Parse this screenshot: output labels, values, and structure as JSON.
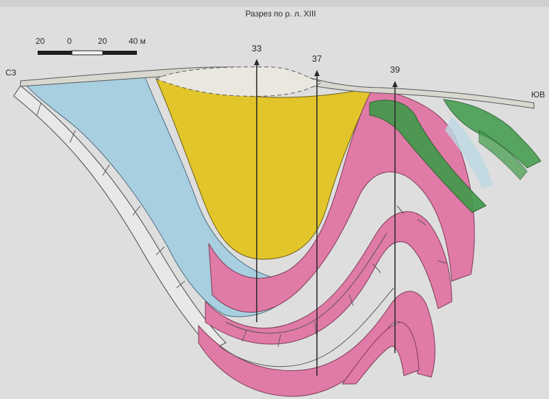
{
  "title": "Разрез по р. л. XIII",
  "scale_bar": {
    "labels": [
      "20",
      "0",
      "20",
      "40 м"
    ]
  },
  "direction_left": "СЗ",
  "direction_right": "ЮВ",
  "boreholes": [
    {
      "label": "33"
    },
    {
      "label": "37"
    },
    {
      "label": "39"
    }
  ],
  "colors": {
    "background": "#dedede",
    "blue_layer": "#a8cfe0",
    "yellow_layer": "#e2c52a",
    "pink_layer": "#e07aa6",
    "green_layer": "#3f9a4a",
    "cover_layer": "#d8d8d0",
    "line": "#3a3a3a"
  }
}
